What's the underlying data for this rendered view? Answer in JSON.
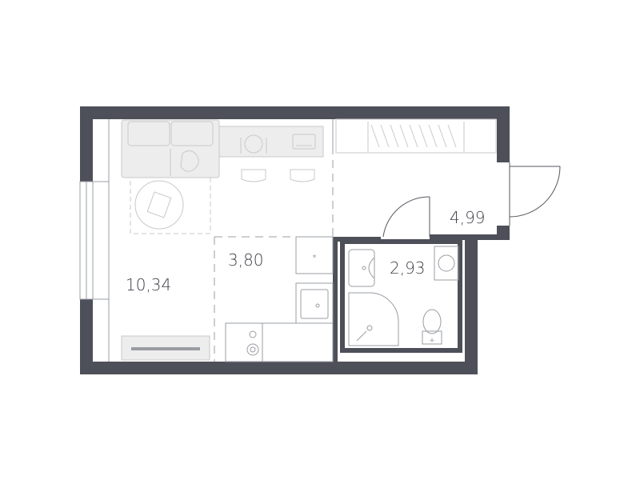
{
  "rooms": [
    {
      "id": "living",
      "area": "10,34"
    },
    {
      "id": "kitchen",
      "area": "3,80"
    },
    {
      "id": "bathroom",
      "area": "2,93"
    },
    {
      "id": "hallway",
      "area": "4,99"
    }
  ],
  "colors": {
    "wall": "#4d4f59",
    "furniture_stroke": "#c9c9cc",
    "furniture_fill": "#ededee",
    "text": "#3d3f48"
  }
}
